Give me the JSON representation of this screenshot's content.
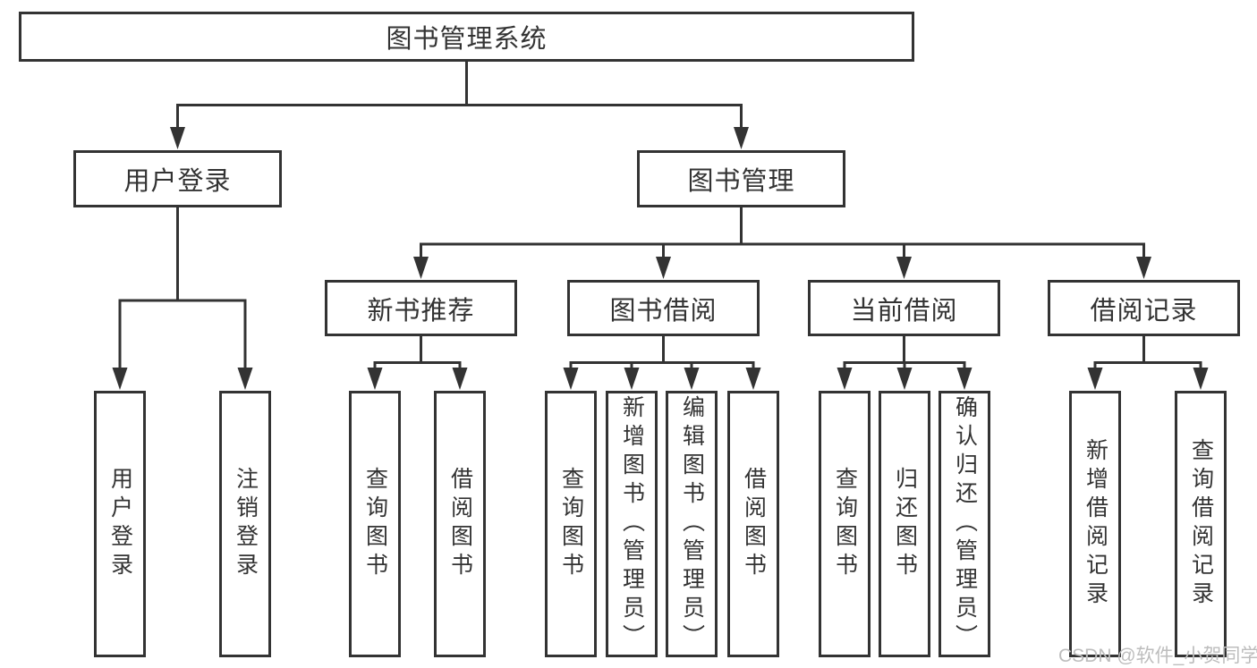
{
  "diagram": {
    "type": "hierarchy-tree",
    "title": "图书管理系统",
    "level2": {
      "user_login": "用户登录",
      "book_mgmt": "图书管理"
    },
    "level3": {
      "new_book": "新书推荐",
      "borrow": "图书借阅",
      "current": "当前借阅",
      "records": "借阅记录"
    },
    "leaves": {
      "g1a": "用户登录",
      "g1b": "注销登录",
      "g2a": "查询图书",
      "g2b": "借阅图书",
      "g3a": "查询图书",
      "g3b": "新增图书（管理员）",
      "g3c": "编辑图书（管理员）",
      "g3d": "借阅图书",
      "g4a": "查询图书",
      "g4b": "归还图书",
      "g4c": "确认归还（管理员）",
      "g5a": "新增借阅记录",
      "g5b": "查询借阅记录"
    },
    "hierarchy": {
      "图书管理系统": {
        "用户登录": [
          "用户登录",
          "注销登录"
        ],
        "图书管理": {
          "新书推荐": [
            "查询图书",
            "借阅图书"
          ],
          "图书借阅": [
            "查询图书",
            "新增图书（管理员）",
            "编辑图书（管理员）",
            "借阅图书"
          ],
          "当前借阅": [
            "查询图书",
            "归还图书",
            "确认归还（管理员）"
          ],
          "借阅记录": [
            "新增借阅记录",
            "查询借阅记录"
          ]
        }
      }
    }
  },
  "watermark": "CSDN @软件_小贺同学",
  "colors": {
    "line": "#333333",
    "text": "#333333",
    "box_background": "#ffffff",
    "watermark": "#bdbdbd",
    "background": "#ffffff"
  }
}
